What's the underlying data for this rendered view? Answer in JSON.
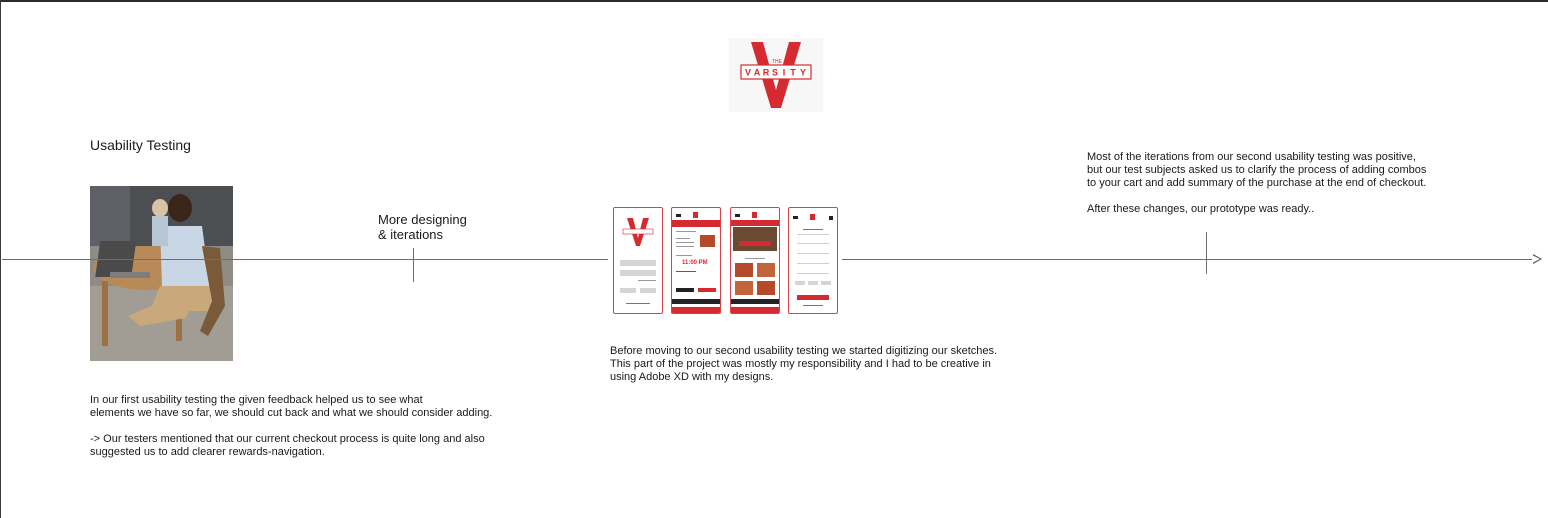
{
  "logo": {
    "brand": "VARSITY",
    "prefix": "THE",
    "colors": {
      "red": "#d52b30",
      "background": "#f7f7f7"
    }
  },
  "section_title": "Usability Testing",
  "photo": {
    "alt_subject": "usability-test-photo"
  },
  "milestones": {
    "iterations_label": "More designing\n& iterations"
  },
  "captions": {
    "first_testing": "In our first usability testing the given feedback helped us to see what\nelements we have so far, we should cut back and what we should consider adding.\n\n-> Our testers mentioned that our current checkout process is quite long and also\nsuggested us to add clearer rewards-navigation.",
    "digitizing": "Before moving to our second usability testing we started digitizing our sketches.\nThis part of the project was mostly my responsibility and I had to be creative in\nusing Adobe XD with my designs.",
    "final": "Most of the iterations from our second usability testing was positive,\nbut our test subjects asked us to clarify the process of adding combos\nto your cart and add summary of the purchase at the end of checkout.\n\nAfter these changes, our prototype was ready.."
  },
  "screens": {
    "time_display": "11:00 PM"
  },
  "colors": {
    "accent": "#d52b30",
    "line": "#6d6d6d",
    "text": "#1a1a1a"
  }
}
